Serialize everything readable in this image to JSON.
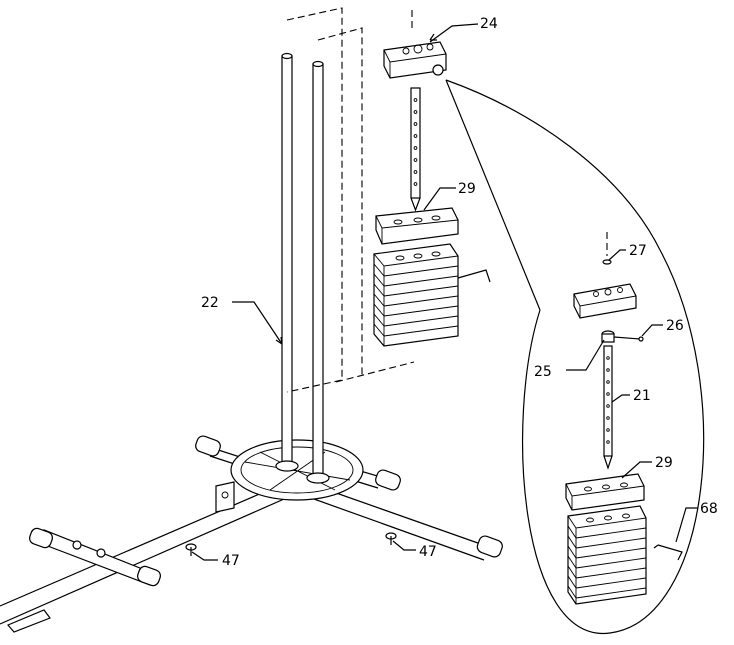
{
  "labels": {
    "p24": "24",
    "p29_top": "29",
    "p22": "22",
    "p47_left": "47",
    "p47_right": "47",
    "p27": "27",
    "p26": "26",
    "p25": "25",
    "p21": "21",
    "p29_detail": "29",
    "p68": "68"
  }
}
